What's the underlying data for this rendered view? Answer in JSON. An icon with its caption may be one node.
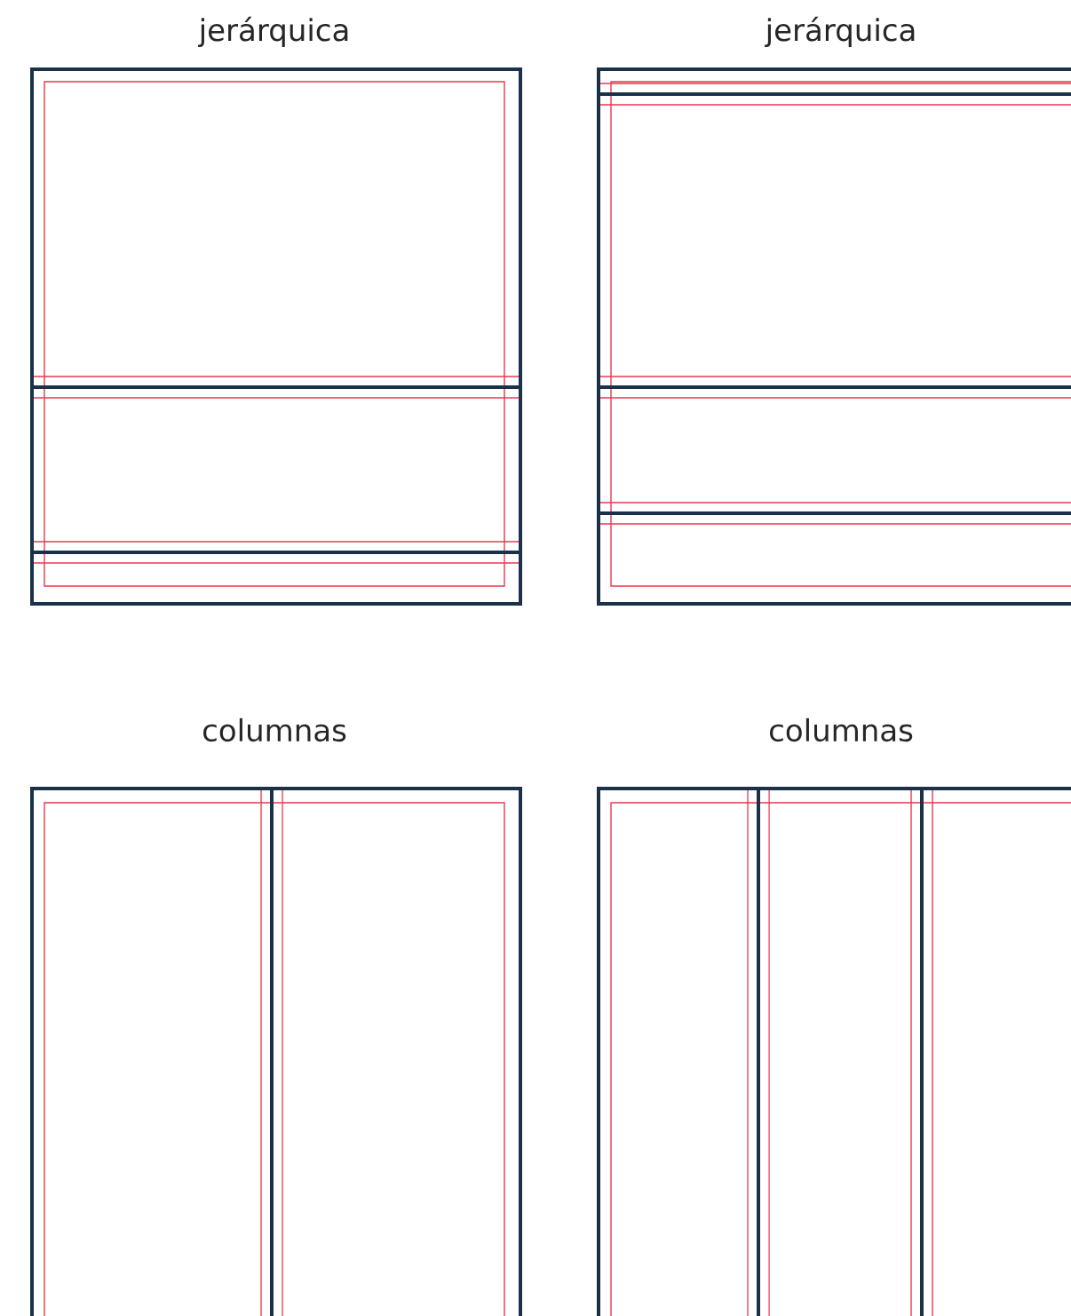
{
  "diagram": {
    "nodes": [
      {
        "text": [
          "jerárquica"
        ]
      },
      {
        "text": [
          "jerárquica"
        ]
      },
      {
        "text": [
          "columnas"
        ]
      },
      {
        "text": [
          "columnas"
        ]
      }
    ]
  }
}
